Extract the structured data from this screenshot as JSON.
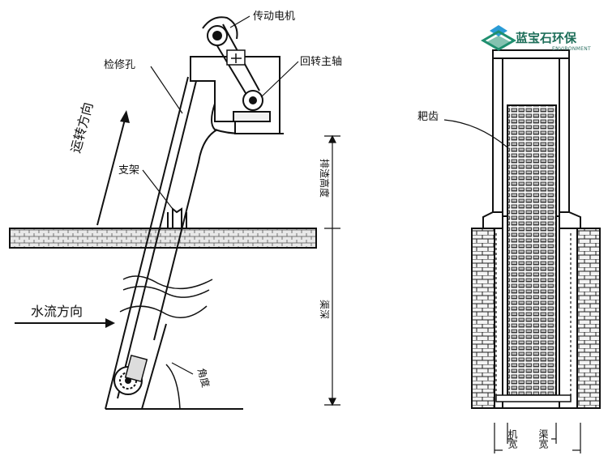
{
  "logo": {
    "name": "蓝宝石环保",
    "subtitle": "ENVIRONMENT",
    "colors": {
      "primary": "#1f8f6f",
      "accent": "#2a9bd6"
    }
  },
  "side_view": {
    "labels": {
      "motor": "传动电机",
      "inspection_hole": "检修孔",
      "main_shaft": "回转主轴",
      "bracket": "支架",
      "rotation_direction": "运转方向",
      "water_flow_direction": "水流方向",
      "discharge_height": "排渣高度",
      "channel_depth": "渠深",
      "install_angle": "角度"
    }
  },
  "front_view": {
    "labels": {
      "rake_teeth": "耙齿",
      "machine_width": "机宽",
      "channel_width": "渠宽"
    }
  }
}
